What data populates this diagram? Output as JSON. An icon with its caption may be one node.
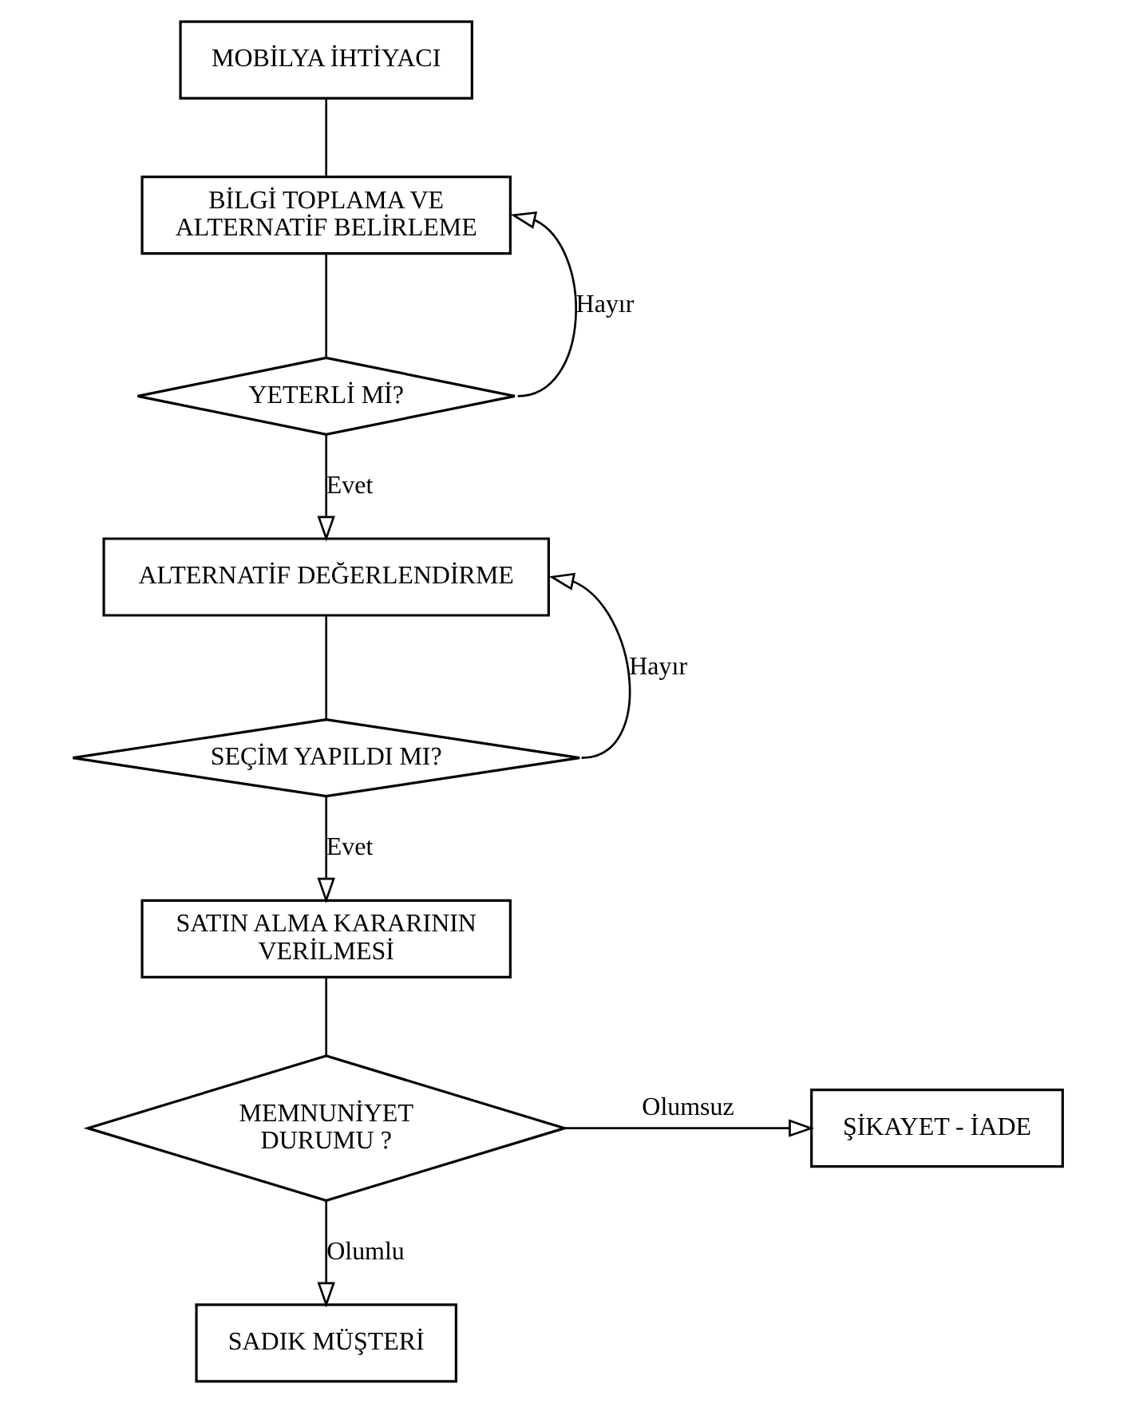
{
  "diagram": {
    "nodes": [
      {
        "text": [
          "MOBİLYA İHTİYACI"
        ]
      },
      {
        "text": [
          "BİLGİ TOPLAMA VE ALTERNATİF BELİRLEME"
        ]
      },
      {
        "text": [
          "YETERLİ Mİ?"
        ]
      },
      {
        "text": [
          "ALTERNATİF DEĞERLENDİRME"
        ]
      },
      {
        "text": [
          "SEÇİM YAPILDI MI?"
        ]
      },
      {
        "text": [
          "SATIN ALMA KARARININ VERİLMESİ"
        ]
      },
      {
        "text": [
          "MEMNUNİYET DURUMU ?"
        ]
      },
      {
        "text": [
          "ŞİKAYET - İADE"
        ]
      },
      {
        "text": [
          "SADIK MÜŞTERİ"
        ]
      }
    ],
    "edges": [
      {
        "from": 0,
        "to": 1,
        "arrow": "none"
      },
      {
        "from": 1,
        "to": 2,
        "arrow": "none"
      },
      {
        "from": 2,
        "to": 1,
        "arrow": "to",
        "label": "Hayır"
      },
      {
        "from": 2,
        "to": 3,
        "arrow": "to",
        "label": "Evet"
      },
      {
        "from": 3,
        "to": 4,
        "arrow": "none"
      },
      {
        "from": 4,
        "to": 3,
        "arrow": "to",
        "label": "Hayır"
      },
      {
        "from": 4,
        "to": 5,
        "arrow": "to",
        "label": "Evet"
      },
      {
        "from": 5,
        "to": 6,
        "arrow": "none"
      },
      {
        "from": 6,
        "to": 7,
        "arrow": "to",
        "label": "Olumsuz"
      },
      {
        "from": 6,
        "to": 8,
        "arrow": "to",
        "label": "Olumlu"
      }
    ]
  }
}
